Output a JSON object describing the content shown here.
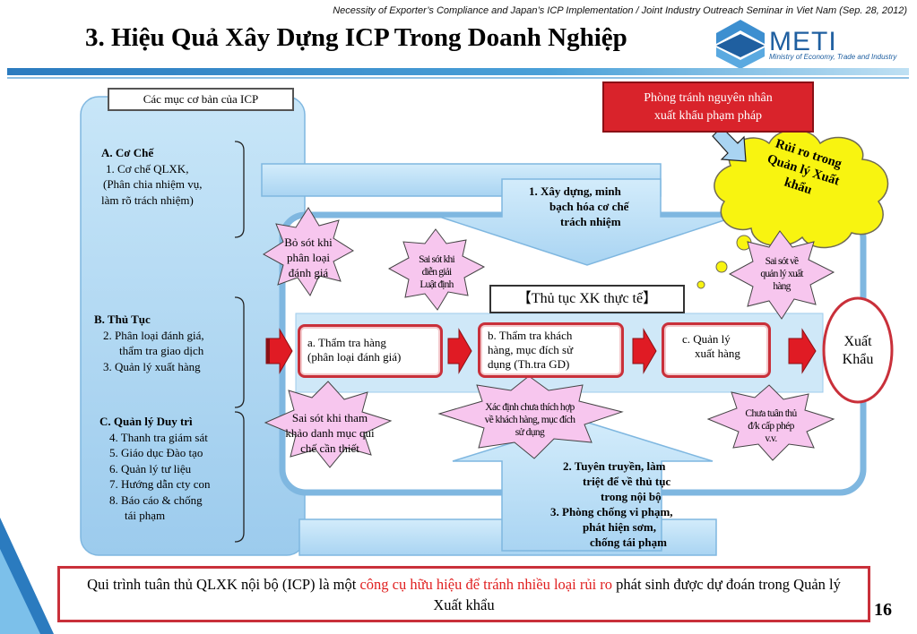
{
  "header_note": "Necessity of Exporter’s Compliance and Japan’s  ICP Implementation / Joint Industry Outreach Seminar in Viet Nam (Sep. 28, 2012)",
  "title": "3. Hiệu Quả Xây Dựng ICP Trong Doanh Nghiệp",
  "logo": {
    "text": "METI",
    "subtitle": "Ministry of Economy, Trade and Industry"
  },
  "icp_label": "Các mục cơ bản của ICP",
  "sections": {
    "a": {
      "heading": "A. Cơ Chế",
      "lines": [
        "1. Cơ chế QLXK,",
        "(Phân chia nhiệm vụ,",
        "làm rõ trách nhiệm)"
      ]
    },
    "b": {
      "heading": "B. Thủ Tục",
      "lines": [
        "2. Phân loại đánh giá,",
        "thẩm tra giao dịch",
        "3. Quản lý xuất hàng"
      ]
    },
    "c": {
      "heading": "C. Quản lý Duy trì",
      "lines": [
        "4. Thanh tra giám sát",
        "5. Giáo dục Đào tạo",
        "6. Quản lý tư liệu",
        "7. Hướng dẫn cty con",
        "8. Báo cáo & chống",
        "tái phạm"
      ]
    }
  },
  "prevention_box": [
    "Phòng tránh nguyên nhân",
    "xuất khẩu phạm pháp"
  ],
  "cloud": [
    "Rủi ro trong",
    "Quản lý Xuất",
    "khẩu"
  ],
  "arrow_down": [
    "1. Xây dựng, minh",
    "bạch hóa cơ chế",
    "trách nhiệm"
  ],
  "arrow_up": [
    "2. Tuyên truyền, làm",
    "triệt để về thủ tục",
    "trong nội bộ",
    "3. Phòng chống vi phạm,",
    "phát hiện sơm,",
    "chống tái phạm"
  ],
  "procedure_title": "【Thủ tục XK thực tế】",
  "steps": {
    "a": [
      "a. Thẩm tra hàng",
      "(phân loại đánh giá)"
    ],
    "b": [
      "b. Thẩm tra khách",
      "hàng, mục đích sử",
      "dụng (Th.tra GD)"
    ],
    "c": [
      "c. Quản lý",
      "xuất hàng"
    ]
  },
  "export_label": [
    "Xuất",
    "Khẩu"
  ],
  "stars": {
    "s1": [
      "Bỏ sót khi",
      "phân loại",
      "đánh giá"
    ],
    "s2": [
      "Sai sót khi",
      "diễn giải",
      "Luật định"
    ],
    "s3": [
      "Sai sót về",
      "quản lý xuất",
      "hàng"
    ],
    "s4": [
      "Sai sót khi tham",
      "khảo danh mục qui",
      "chế cần thiết"
    ],
    "s5": [
      "Xác định chưa thích hợp",
      "về khách hàng, mục đích",
      "sử dụng"
    ],
    "s6": [
      "Chưa tuân thủ",
      "đ/k cấp phép",
      "v.v."
    ]
  },
  "bottom_note": {
    "part1": "Qui trình tuân thủ QLXK nội bộ (ICP) là một ",
    "highlight": "công cụ hữu hiệu để tránh nhiều loại rủi ro",
    "part2": " phát sinh được dự đoán trong Quản lý Xuất khẩu"
  },
  "page_number": "16",
  "colors": {
    "accent_red": "#c9303a",
    "highlight_red": "#e02020",
    "panel_blue": "#a9d3f0",
    "star_pink": "#f7c6ee",
    "cloud_yellow": "#f8f410"
  }
}
